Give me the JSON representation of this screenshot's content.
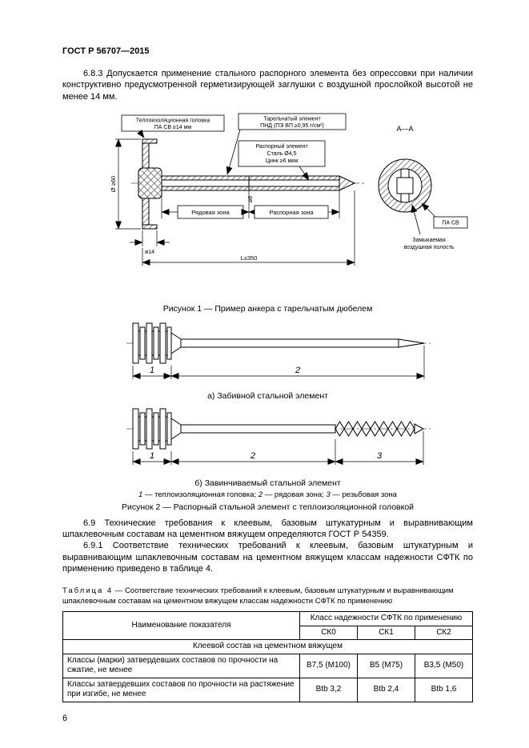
{
  "header": {
    "doc_number": "ГОСТ Р 56707—2015"
  },
  "paragraphs": {
    "p_683": "6.8.3 Допускается применение стального распорного элемента без опрессовки при наличии конструктивно предусмотренной герметизирующей заглушки с воздушной прослойкой высотой не менее 14 мм.",
    "p_69": "6.9 Технические требования к клеевым, базовым штукатурным и выравнивающим шпаклевочным составам на цементном вяжущем определяются ГОСТ Р 54359.",
    "p_691": "6.9.1 Соответствие технических требований к клеевым, базовым штукатурным и выравнивающим шпаклевочным составам на цементном вяжущем классам надежности СФТК по применению приведено в таблице 4."
  },
  "figure1": {
    "caption": "Рисунок 1 — Пример анкера с тарельчатым дюбелем",
    "label_head_1": "Теплоизоляционная головка",
    "label_head_2": "ПА СВ ≥14 мм",
    "label_disc_1": "Тарельчатый элемент",
    "label_disc_2": "ПНД (ПЭ ВП ≥0,95 г/см³)",
    "label_spacer_1": "Распорный элемент",
    "label_spacer_2": "Сталь Ø4,5",
    "label_spacer_3": "Цинк ≥6 мкм",
    "section_label": "А—А",
    "dim_d60": "Ø ≥60",
    "dim_d8": "ø8",
    "dim_d14": "ø14",
    "dim_length": "L≤350",
    "zone_row": "Рядовая зона",
    "zone_spacer": "Распорная зона",
    "pa_sv": "ПА СВ",
    "cavity_1": "Замыкаемая",
    "cavity_2": "воздушная полость"
  },
  "figure2": {
    "caption_a": "а) Забивной стальной элемент",
    "caption_b": "б) Завинчиваемый стальной элемент",
    "caption": "Рисунок 2 — Распорный стальной элемент с теплоизоляционной головкой",
    "dim1": "1",
    "dim2": "2",
    "dim3": "3",
    "legend_parts": [
      {
        "num": "1",
        "text": " — теплоизоляционная головка; "
      },
      {
        "num": "2",
        "text": " — рядовая зона; "
      },
      {
        "num": "3",
        "text": " — резьбовая зона"
      }
    ]
  },
  "table4": {
    "caption_label": "Таблица 4",
    "caption_text": " — Соответствие технических требований к клеевым, базовым штукатурным и выравнивающим шпаклевочным составам на цементном вяжущем классам надежности СФТК по применению",
    "header_name": "Наименование показателя",
    "header_class": "Класс надежности СФТК по применению",
    "class_cols": [
      "СК0",
      "СК1",
      "СК2"
    ],
    "section_title": "Клеевой состав на цементном вяжущем",
    "rows": [
      {
        "name": "Классы (марки) затвердевших составов по прочности на сжатие, не менее",
        "values": [
          "В7,5 (М100)",
          "В5 (М75)",
          "В3,5 (М50)"
        ]
      },
      {
        "name": "Классы затвердевших составов по прочности на растяжение при изгибе, не менее",
        "values": [
          "Вtb 3,2",
          "Вtb 2,4",
          "Вtb 1,6"
        ]
      }
    ]
  },
  "footer": {
    "page_number": "6"
  }
}
